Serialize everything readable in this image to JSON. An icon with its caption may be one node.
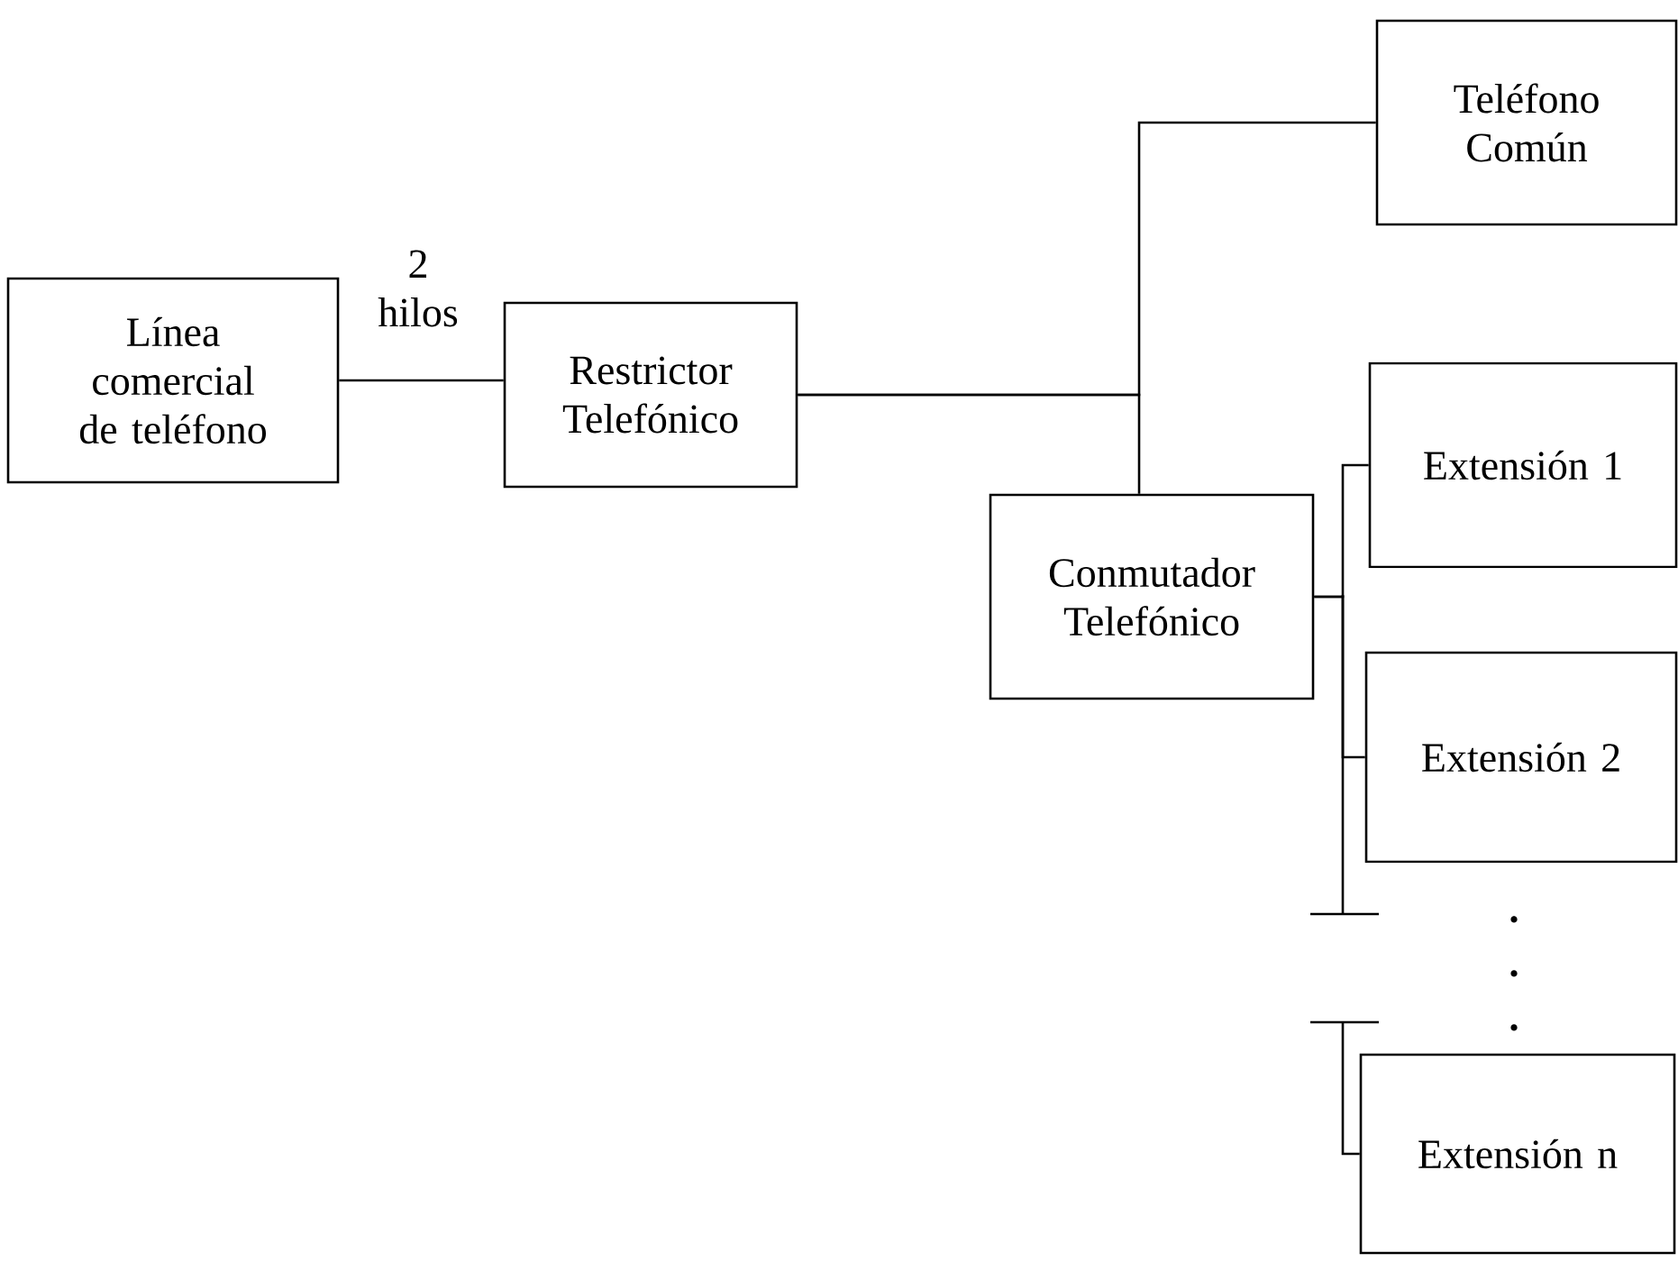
{
  "diagram": {
    "nodes": [
      {
        "text": [
          "Línea comercial de teléfono"
        ]
      },
      {
        "text": [
          "Restrictor Telefónico"
        ]
      },
      {
        "text": [
          "Teléfono Común"
        ]
      },
      {
        "text": [
          "Conmutador Telefónico"
        ]
      },
      {
        "text": [
          "Extensión 1"
        ]
      },
      {
        "text": [
          "Extensión 2"
        ]
      },
      {
        "text": [
          "Extensión n"
        ]
      }
    ],
    "edges": [
      {
        "from": 0,
        "to": 1,
        "arrow": "none",
        "label": "2 hilos"
      },
      {
        "from": 1,
        "to": 2,
        "arrow": "none"
      },
      {
        "from": 1,
        "to": 3,
        "arrow": "none"
      },
      {
        "from": 3,
        "to": 4,
        "arrow": "none"
      },
      {
        "from": 3,
        "to": 5,
        "arrow": "none"
      },
      {
        "from": null,
        "to": 6,
        "arrow": "none"
      }
    ]
  }
}
